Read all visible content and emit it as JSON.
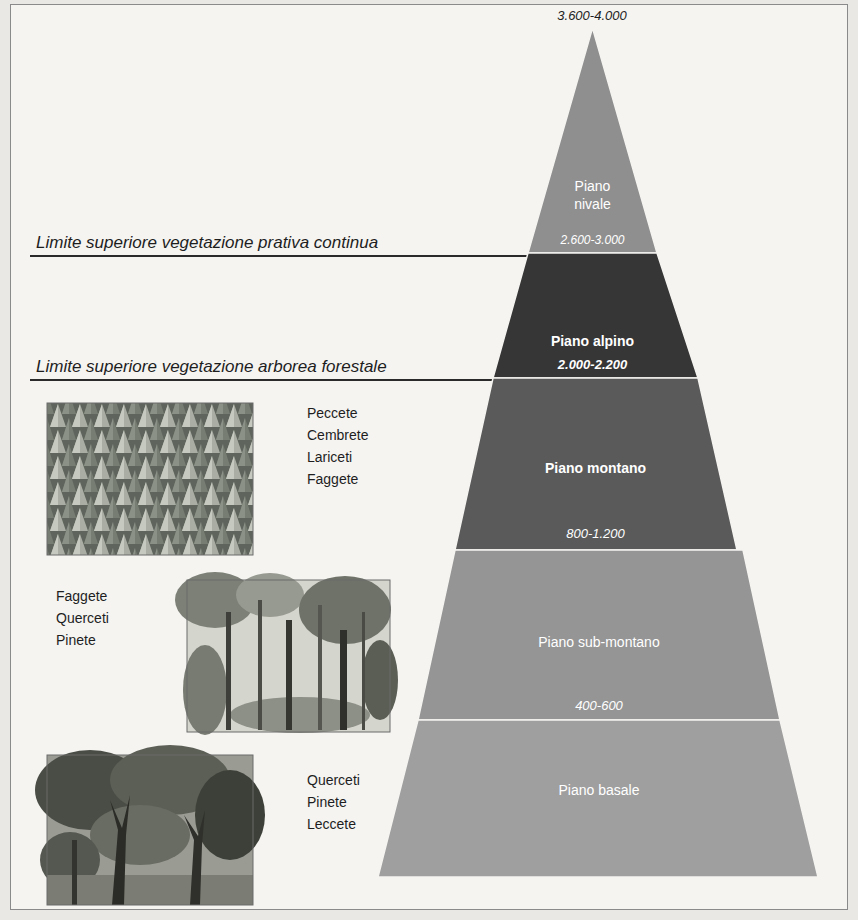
{
  "diagram": {
    "nodes": [
      {
        "text": [
          "Piano nivale",
          "2.600-3.000"
        ]
      },
      {
        "text": [
          "Piano alpino",
          "2.000-2.200"
        ]
      },
      {
        "text": [
          "Piano montano",
          "800-1.200"
        ]
      },
      {
        "text": [
          "Piano sub-montano",
          "400-600"
        ]
      },
      {
        "text": [
          "Piano basale"
        ]
      }
    ],
    "labels": [
      "3.600-4.000",
      "Limite superiore vegetazione prativa continua",
      "Limite superiore vegetazione arborea forestale",
      "Peccete",
      "Cembrete",
      "Lariceti",
      "Faggete",
      "Faggete",
      "Querceti",
      "Pinete",
      "Querceti",
      "Pinete",
      "Leccete"
    ]
  }
}
